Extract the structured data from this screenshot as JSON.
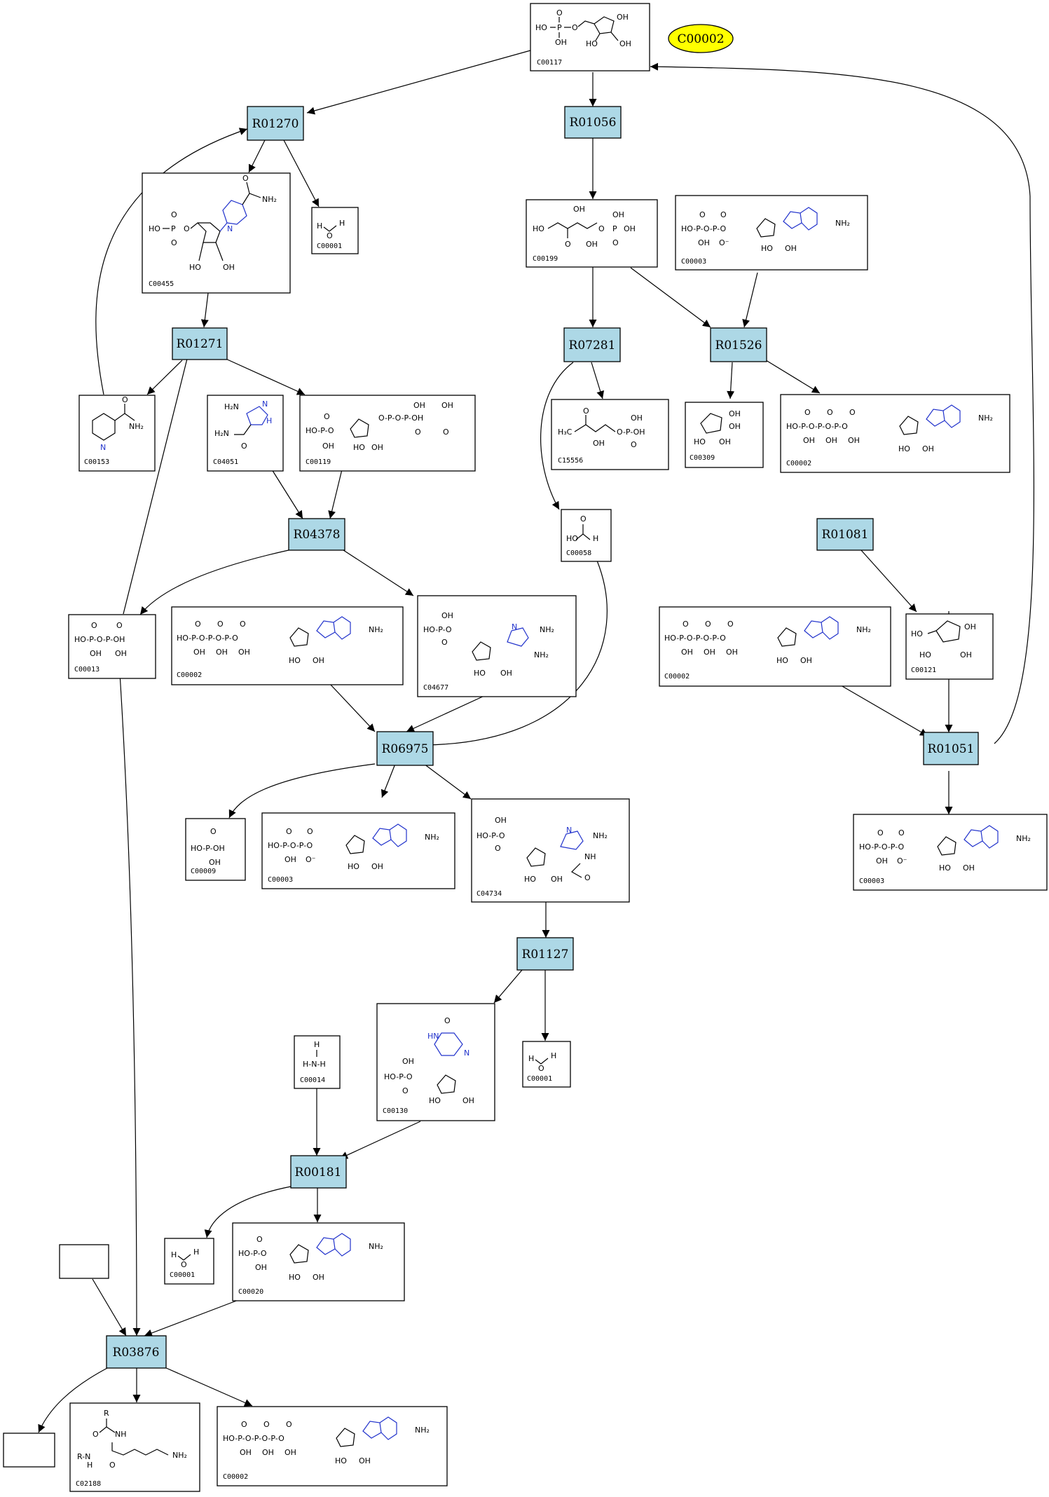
{
  "highlight": {
    "label": "C00002",
    "color": "#ffff00"
  },
  "colors": {
    "reaction_fill": "#add8e6",
    "highlight_fill": "#ffff00",
    "edge": "#000000"
  },
  "reactions": [
    "R01270",
    "R01056",
    "R01271",
    "R07281",
    "R01526",
    "R04378",
    "R01081",
    "R06975",
    "R01051",
    "R01127",
    "R00181",
    "R03876"
  ],
  "compounds": [
    "C00117",
    "C00455",
    "C00001",
    "C00199",
    "C00003",
    "C00153",
    "C04051",
    "C00119",
    "C15556",
    "C00309",
    "C00002",
    "C00058",
    "C00013",
    "C04677",
    "C00121",
    "C00009",
    "C04734",
    "C00130",
    "C00014",
    "C00020",
    "C02188"
  ]
}
